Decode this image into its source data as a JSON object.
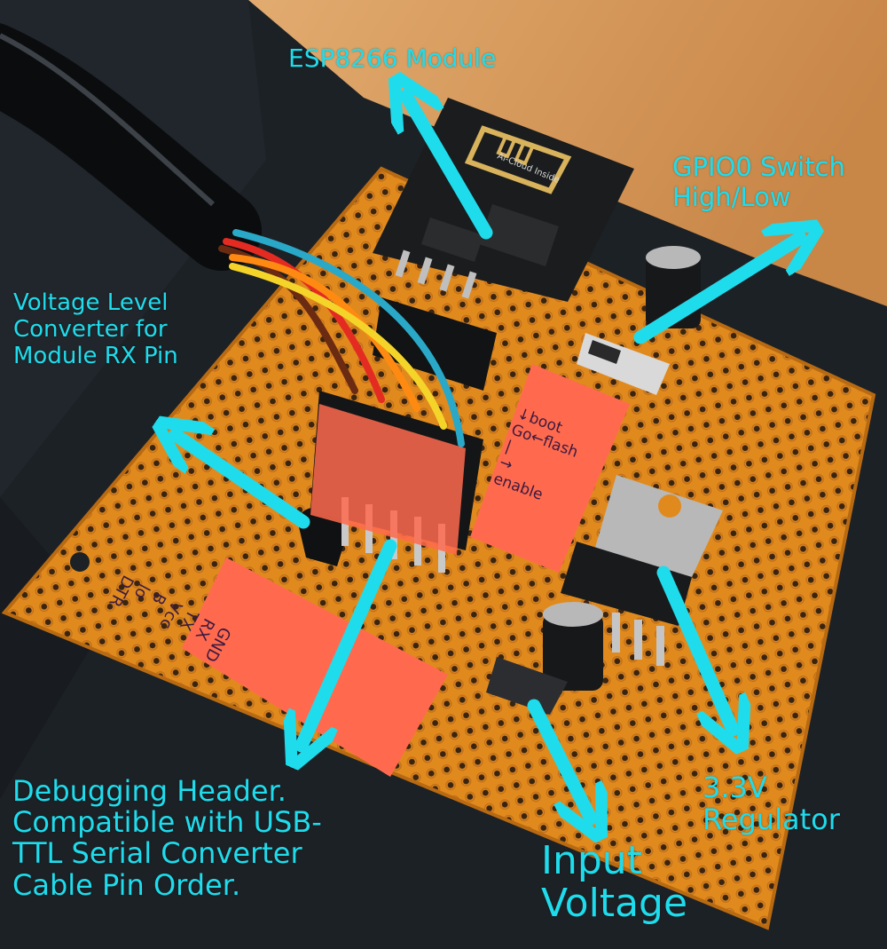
{
  "annotations": {
    "esp8266_module": "ESP8266 Module",
    "gpio0_switch": "GPIO0 Switch\nHigh/Low",
    "voltage_level_converter": "Voltage Level\nConverter for\nModule RX Pin",
    "debugging_header": "Debugging Header.\nCompatible with USB-\nTTL Serial Converter\nCable Pin Order.",
    "input_voltage": "Input\nVoltage",
    "regulator": "3.3V\nRegulator"
  },
  "board_markings": {
    "esp_board": "Ai-Cloud Inside",
    "note_right": "↓boot\nGo←flash\n|\n→\nenable",
    "note_left": "GND\nRX\nTX\nVcc\nB\nlo\nDTR"
  },
  "colors": {
    "annotation": "#1fdcec",
    "perfboard": "#e08a1e",
    "sticky_note": "#ff6a4e",
    "background_dark": "#1c2126",
    "table_wood": "#d99a5c"
  }
}
